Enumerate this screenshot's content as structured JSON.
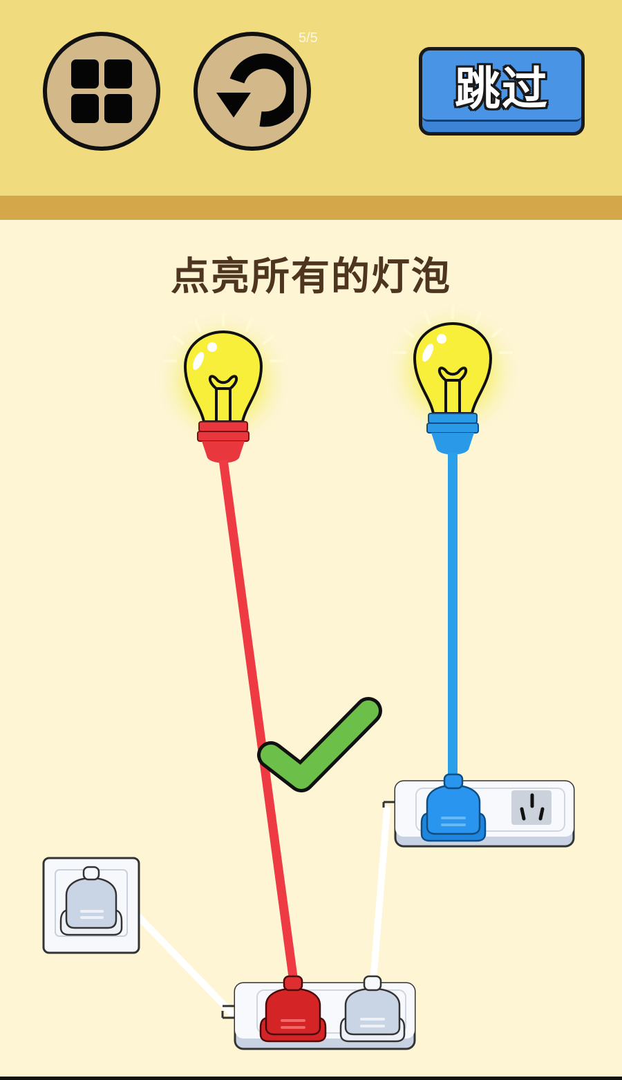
{
  "header": {
    "menu_button": "level-menu",
    "restart_button": "restart",
    "level_counter": "5/5",
    "skip_label": "跳过"
  },
  "puzzle": {
    "instruction": "点亮所有的灯泡",
    "status": "solved",
    "bulbs": [
      {
        "id": "bulb-left",
        "state": "lit",
        "socket_color": "#e8383d"
      },
      {
        "id": "bulb-right",
        "state": "lit",
        "socket_color": "#2a9ae8"
      }
    ],
    "wires": [
      {
        "color": "#ee3a43",
        "from": "bulb-left",
        "to": "strip-bottom-slot-1"
      },
      {
        "color": "#2aa0ea",
        "from": "bulb-right",
        "to": "strip-right-slot-1"
      },
      {
        "color": "#ffffff",
        "from": "wall-outlet",
        "to": "strip-bottom"
      },
      {
        "color": "#ffffff",
        "from": "strip-bottom-slot-2",
        "to": "strip-right"
      }
    ],
    "plugs": [
      {
        "id": "plug-red",
        "color": "#d42426"
      },
      {
        "id": "plug-blue",
        "color": "#1f86e0"
      },
      {
        "id": "plug-white-bottom",
        "color": "#c9d4e4"
      },
      {
        "id": "plug-white-wall",
        "color": "#c9d4e4"
      }
    ],
    "success_icon": "checkmark"
  },
  "colors": {
    "topbar": "#f0dc7e",
    "band": "#d4a84a",
    "background": "#fdf5d4",
    "skip_button": "#4a94e6",
    "check": "#6cc04a",
    "bulb_glass": "#f7ef3a"
  }
}
